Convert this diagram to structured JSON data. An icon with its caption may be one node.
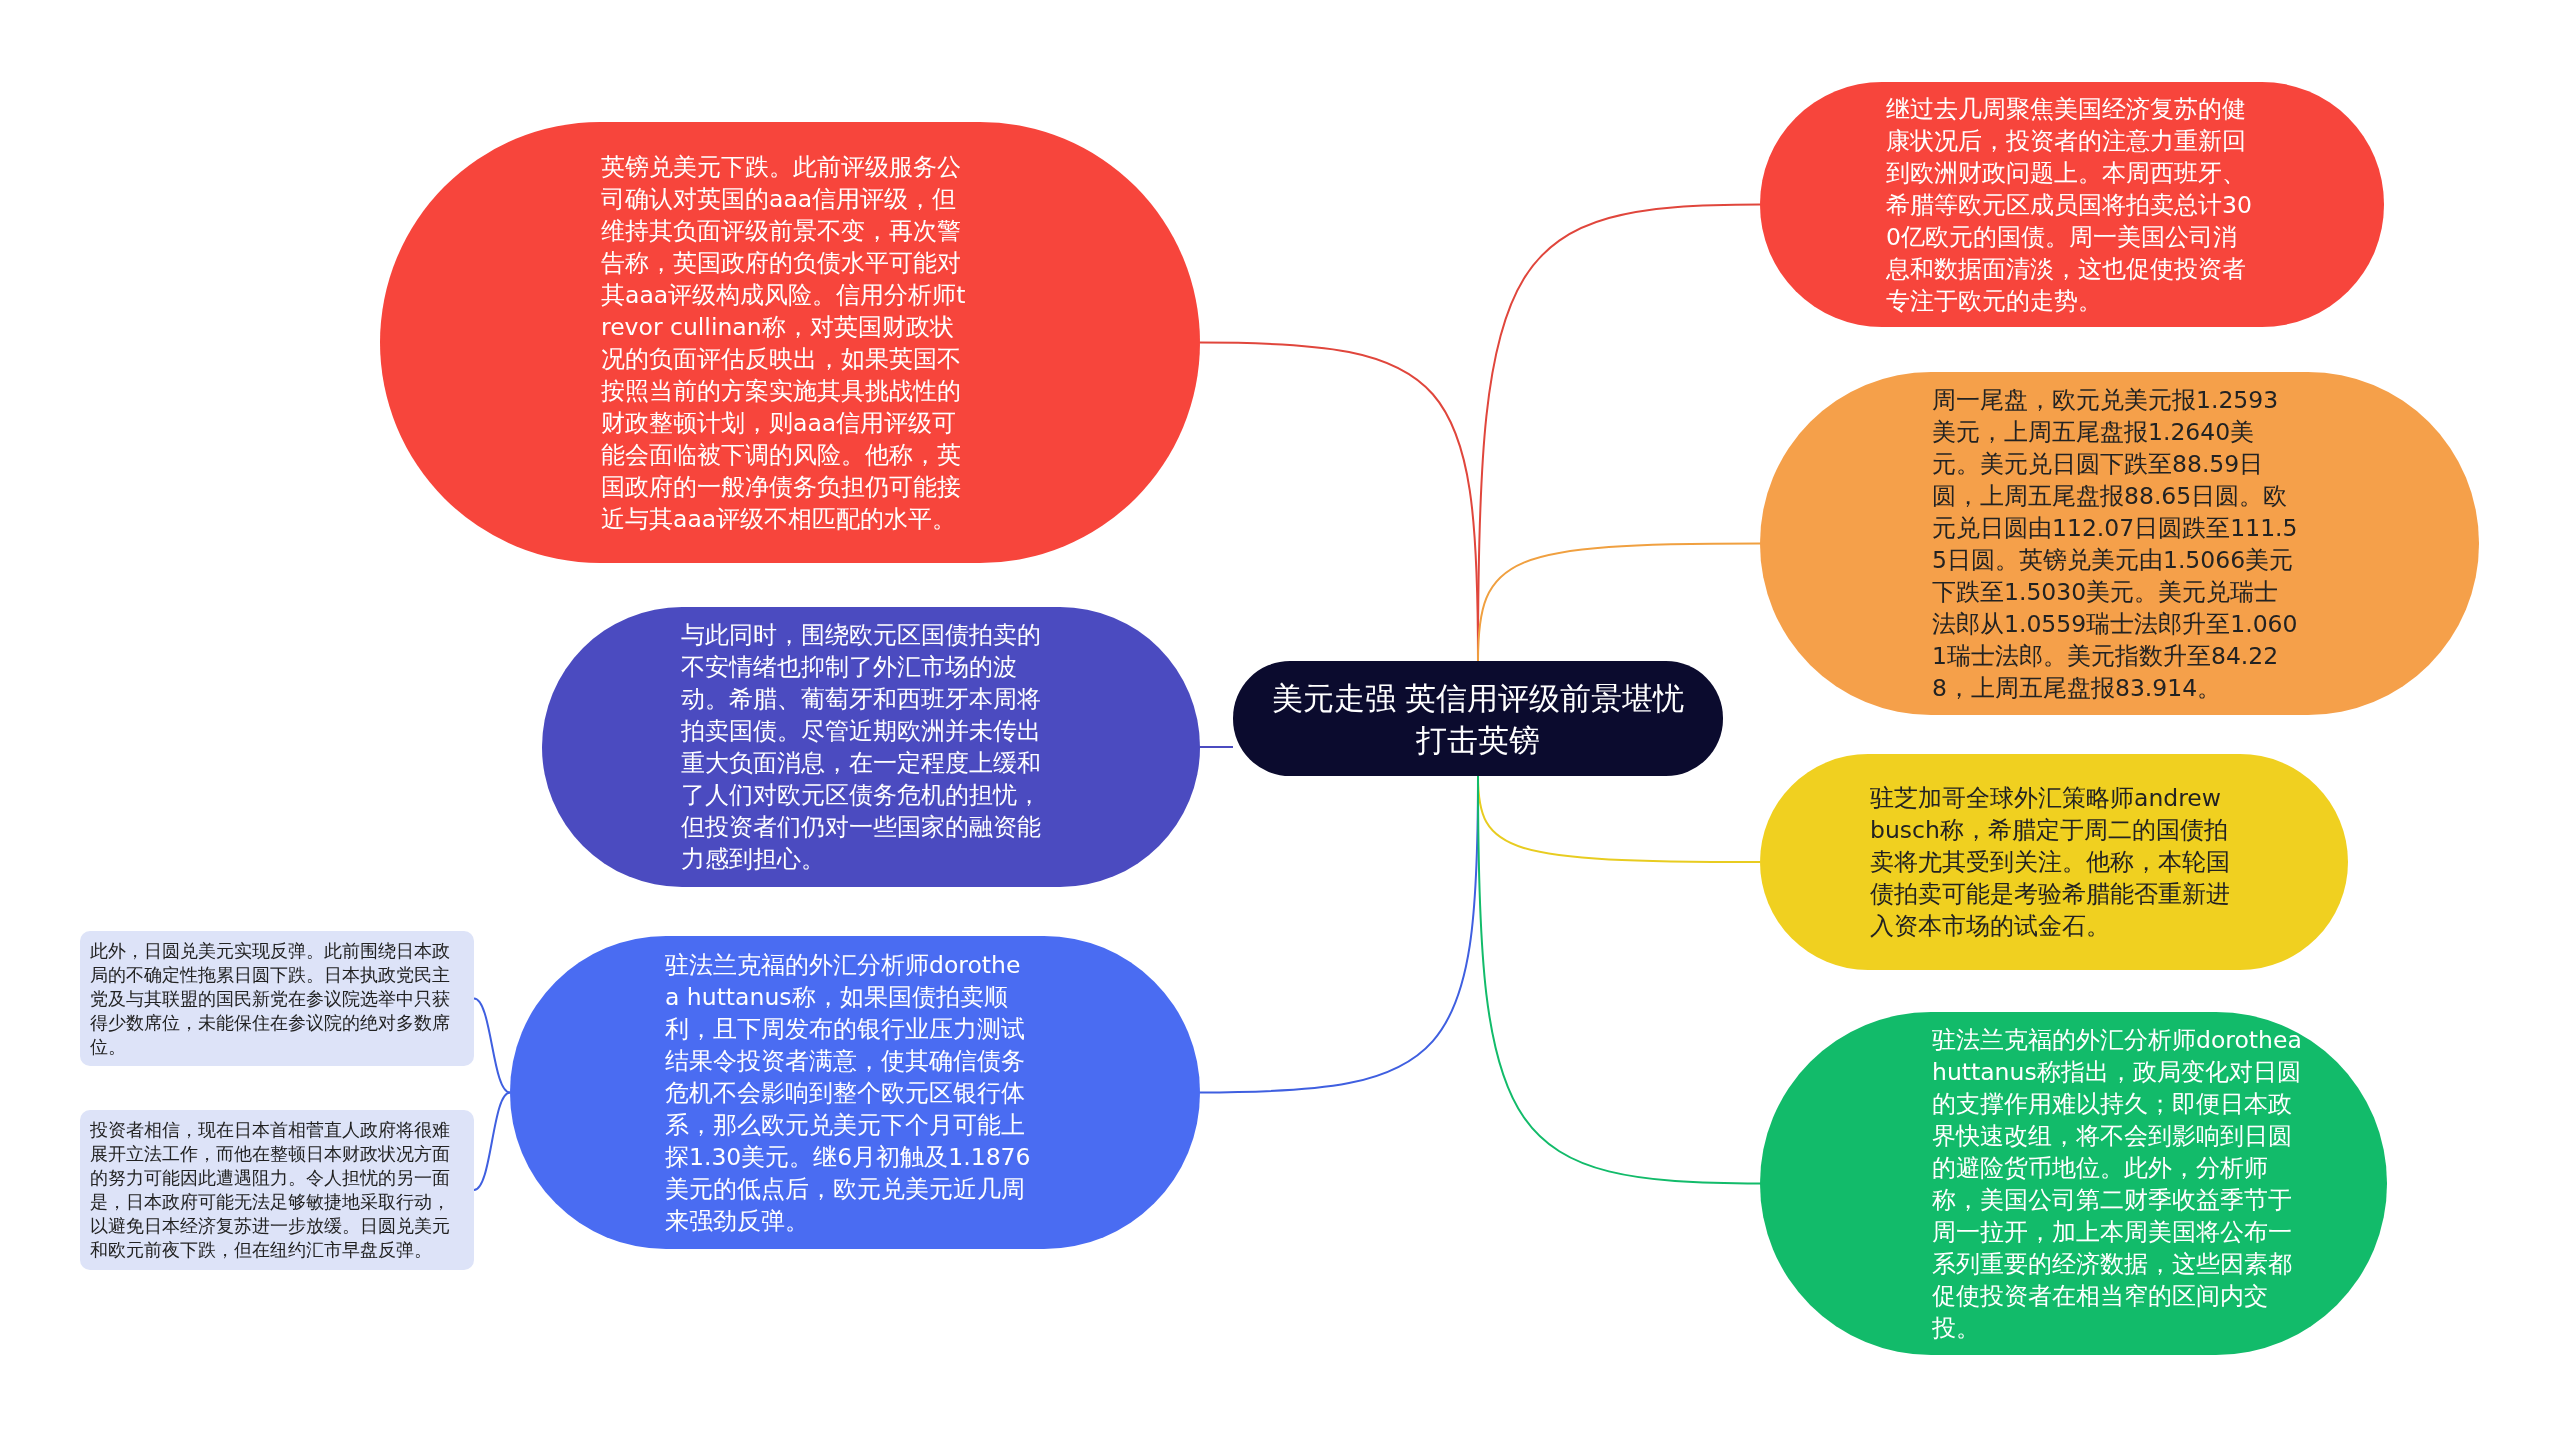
{
  "diagram": {
    "nodes": [
      {
        "text": [
          "美元走强 英信用评级前景堪忧打击英镑"
        ]
      },
      {
        "text": [
          "英镑兑美元下跌。此前评级服务公司确认对英国的aaa信用评级，但维持其负面评级前景不变，再次警告称，英国政府的负债水平可能对其aaa评级构成风险。信用分析师trevor cullinan称，对英国财政状况的负面评估反映出，如果英国不按照当前的方案实施其具挑战性的财政整顿计划，则aaa信用评级可能会面临被下调的风险。他称，英国政府的一般净债务负担仍可能接近与其aaa评级不相匹配的水平。"
        ]
      },
      {
        "text": [
          "与此同时，围绕欧元区国债拍卖的不安情绪也抑制了外汇市场的波动。希腊、葡萄牙和西班牙本周将拍卖国债。尽管近期欧洲并未传出重大负面消息，在一定程度上缓和了人们对欧元区债务危机的担忧，但投资者们仍对一些国家的融资能力感到担心。"
        ]
      },
      {
        "text": [
          "驻法兰克福的外汇分析师dorothea huttanus称，如果国债拍卖顺利，且下周发布的银行业压力测试结果令投资者满意，使其确信债务危机不会影响到整个欧元区银行体系，那么欧元兑美元下个月可能上探1.30美元。继6月初触及1.1876美元的低点后，欧元兑美元近几周来强劲反弹。"
        ]
      },
      {
        "text": [
          "此外，日圆兑美元实现反弹。此前围绕日本政局的不确定性拖累日圆下跌。日本执政党民主党及与其联盟的国民新党在参议院选举中只获得少数席位，未能保住在参议院的绝对多数席位。"
        ]
      },
      {
        "text": [
          "投资者相信，现在日本首相菅直人政府将很难展开立法工作，而他在整顿日本财政状况方面的努力可能因此遭遇阻力。令人担忧的另一面是，日本政府可能无法足够敏捷地采取行动，以避免日本经济复苏进一步放缓。日圆兑美元和欧元前夜下跌，但在纽约汇市早盘反弹。"
        ]
      },
      {
        "text": [
          "继过去几周聚焦美国经济复苏的健康状况后，投资者的注意力重新回到欧洲财政问题上。本周西班牙、希腊等欧元区成员国将拍卖总计300亿欧元的国债。周一美国公司消息和数据面清淡，这也促使投资者专注于欧元的走势。"
        ]
      },
      {
        "text": [
          "周一尾盘，欧元兑美元报1.2593美元，上周五尾盘报1.2640美元。美元兑日圆下跌至88.59日圆，上周五尾盘报88.65日圆。欧元兑日圆由112.07日圆跌至111.55日圆。英镑兑美元由1.5066美元下跌至1.5030美元。美元兑瑞士法郎从1.0559瑞士法郎升至1.0601瑞士法郎。美元指数升至84.228，上周五尾盘报83.914。"
        ]
      },
      {
        "text": [
          "驻芝加哥全球外汇策略师andrew busch称，希腊定于周二的国债拍卖将尤其受到关注。他称，本轮国债拍卖可能是考验希腊能否重新进入资本市场的试金石。"
        ]
      },
      {
        "text": [
          "驻法兰克福的外汇分析师dorothea huttanus称指出，政局变化对日圆的支撑作用难以持久；即便日本政界快速改组，将不会到影响到日圆的避险货币地位。此外，分析师称，美国公司第二财季收益季节于周一拉开，加上本周美国将公布一系列重要的经济数据，这些因素都促使投资者在相当窄的区间内交投。"
        ]
      }
    ],
    "edges": [
      {
        "from": 0,
        "to": 1,
        "arrow": "none",
        "color": "#e0463c"
      },
      {
        "from": 0,
        "to": 2,
        "arrow": "none",
        "color": "#4b4bc0"
      },
      {
        "from": 0,
        "to": 3,
        "arrow": "none",
        "color": "#3f5fe0"
      },
      {
        "from": 3,
        "to": 4,
        "arrow": "none",
        "color": "#3f5fe0"
      },
      {
        "from": 3,
        "to": 5,
        "arrow": "none",
        "color": "#3f5fe0"
      },
      {
        "from": 0,
        "to": 6,
        "arrow": "none",
        "color": "#e0463c"
      },
      {
        "from": 0,
        "to": 7,
        "arrow": "none",
        "color": "#f0a040"
      },
      {
        "from": 0,
        "to": 8,
        "arrow": "none",
        "color": "#e8cc20"
      },
      {
        "from": 0,
        "to": 9,
        "arrow": "none",
        "color": "#12bb6a"
      }
    ]
  }
}
